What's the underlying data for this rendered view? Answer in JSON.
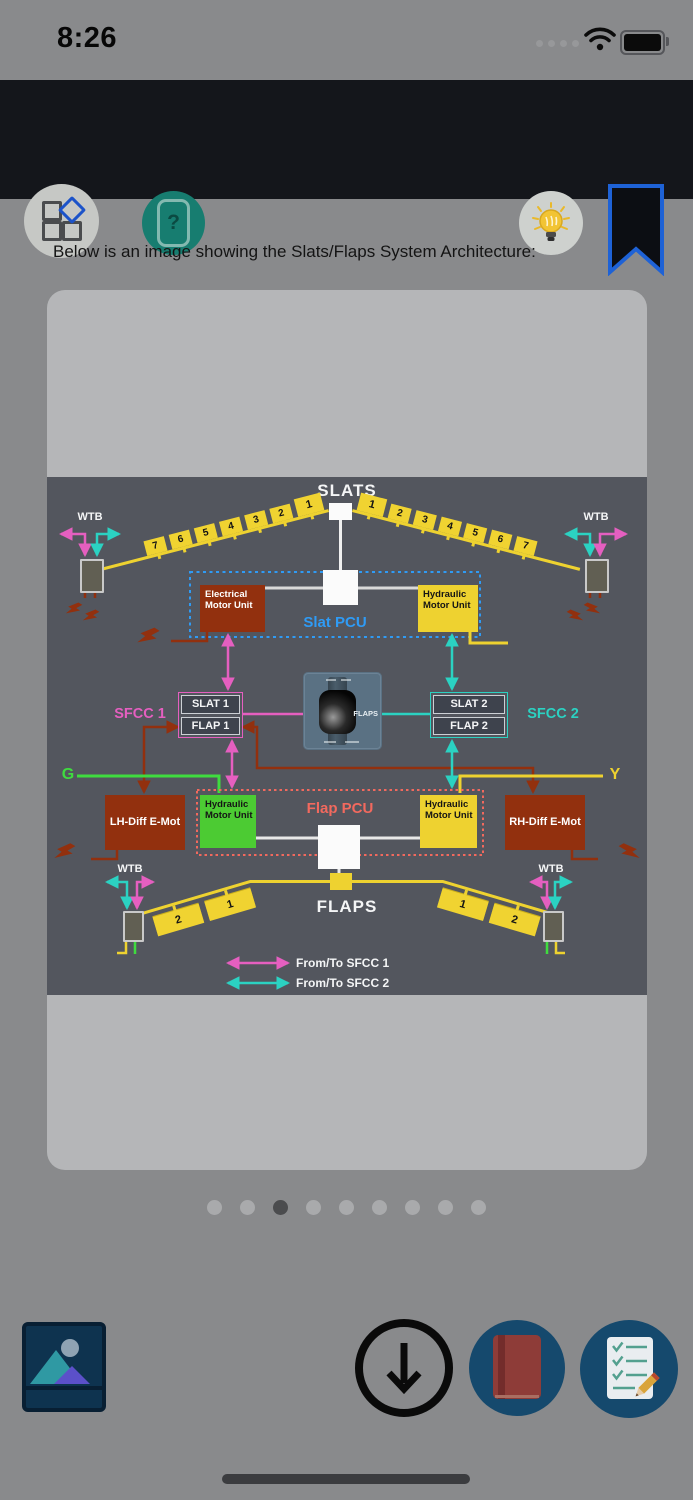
{
  "status_bar": {
    "time": "8:26"
  },
  "toolbar": {
    "icons": [
      "apps-grid",
      "help",
      "hint-bulb",
      "bookmark"
    ],
    "help_label": "?"
  },
  "content": {
    "caption": "Below is an image showing the Slats/Flaps System Architecture:"
  },
  "diagram": {
    "slats_title": "SLATS",
    "flaps_title": "FLAPS",
    "wtb_label": "WTB",
    "slat_pcu_label": "Slat PCU",
    "flap_pcu_label": "Flap PCU",
    "emu_label": "Electrical Motor Unit",
    "hmu_label": "Hydraulic Motor Unit",
    "sfcc1_label": "SFCC 1",
    "sfcc2_label": "SFCC 2",
    "slat1": "SLAT 1",
    "flap1": "FLAP 1",
    "slat2": "SLAT 2",
    "flap2": "FLAP 2",
    "lever_label": "FLAPS",
    "green_label": "G",
    "yellow_label": "Y",
    "lh_diff": "LH-Diff E-Mot",
    "rh_diff": "RH-Diff E-Mot",
    "slat_numbers_left": [
      "7",
      "6",
      "5",
      "4",
      "3",
      "2",
      "1"
    ],
    "slat_numbers_right": [
      "1",
      "2",
      "3",
      "4",
      "5",
      "6",
      "7"
    ],
    "flap_numbers_left": [
      "2",
      "1"
    ],
    "flap_numbers_right": [
      "1",
      "2"
    ],
    "legend": [
      {
        "label": "From/To SFCC 1",
        "color": "#e55fc0"
      },
      {
        "label": "From/To SFCC 2",
        "color": "#2bd2c2"
      }
    ],
    "colors": {
      "sfcc1_pink": "#e55fc0",
      "sfcc2_teal": "#2bd2c2",
      "electrical_rust": "#92300e",
      "hydraulic_yellow": "#eed230",
      "hydraulic_green": "#4ccb33",
      "slat_pcu_blue": "#2f9bf5",
      "flap_pcu_salmon": "#f2695e",
      "green_system": "#3fdc3f",
      "yellow_system": "#eed230"
    }
  },
  "pagination": {
    "dot_count": 9,
    "active_index": 2
  },
  "footer": {
    "icons": [
      "image-thumbnail",
      "download",
      "book",
      "notes"
    ]
  }
}
